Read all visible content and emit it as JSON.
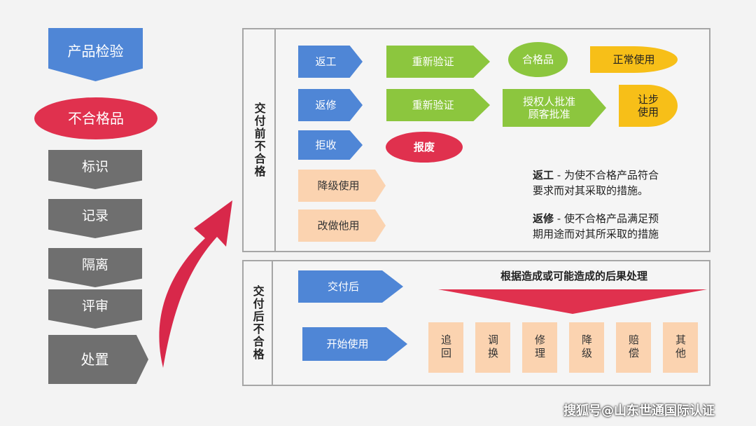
{
  "left_flow": {
    "inspection": "产品检验",
    "nonconforming": "不合格品",
    "steps": [
      "标识",
      "记录",
      "隔离",
      "评审"
    ],
    "disposal": "处置"
  },
  "before_delivery": {
    "label": "交付前不合格",
    "rework": "返工",
    "repair": "返修",
    "reject": "拒收",
    "reverify_1": "重新验证",
    "reverify_2": "重新验证",
    "qualified": "合格品",
    "normal_use": "正常使用",
    "authorize_1": "授权人批准",
    "authorize_2": "顾客批准",
    "concession_1": "让步",
    "concession_2": "使用",
    "scrap": "报废",
    "downgrade": "降级使用",
    "repurpose": "改做他用",
    "def_rework_term": "返工",
    "def_rework_text": " - 为使不合格产品符合",
    "def_rework_text2": "要求而对其采取的措施。",
    "def_repair_term": "返修",
    "def_repair_text": " - 使不合格产品满足预",
    "def_repair_text2": "期用途而对其所采取的措施"
  },
  "after_delivery": {
    "label": "交付后不合格",
    "after": "交付后",
    "start_use": "开始使用",
    "consequence_title": "根据造成或可能造成的后果处理",
    "actions": [
      "追回",
      "调换",
      "修理",
      "降级",
      "赔偿",
      "其他"
    ]
  },
  "watermark": "搜狐号@山东世通国际认证",
  "colors": {
    "blue": "#4f86d6",
    "green": "#8cc63e",
    "red": "#e0314e",
    "yellow": "#f7bf18",
    "peach": "#fbd3b0",
    "grey": "#6f6f6f"
  }
}
